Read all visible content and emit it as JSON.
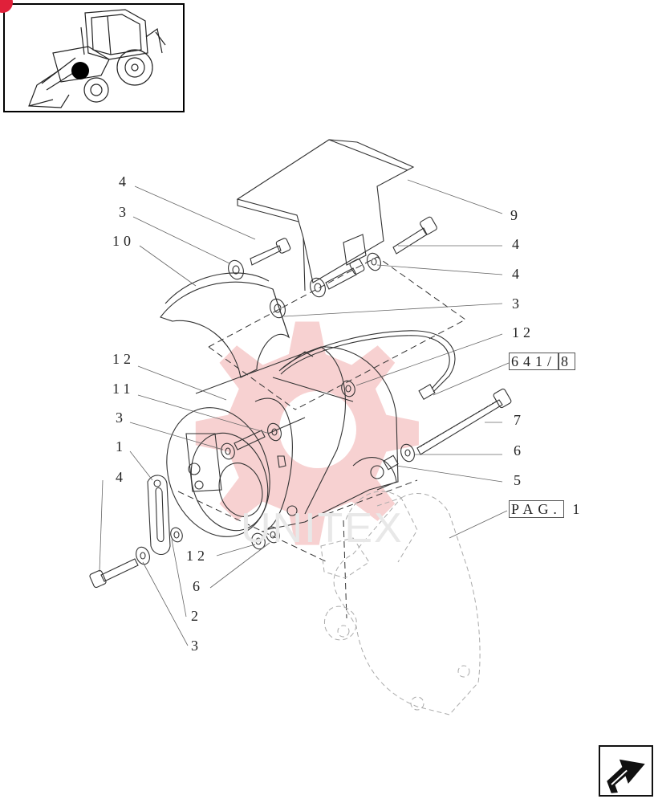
{
  "diagram": {
    "watermark": "UNITEX",
    "ref_page_prefix": "PAG.",
    "ref_page_number": "1",
    "ref_group_main": "641/",
    "ref_group_boxed": "8"
  },
  "callouts": {
    "c_4_top": "4",
    "c_3_top": "3",
    "c_10": "10",
    "c_9": "9",
    "c_4_right_a": "4",
    "c_4_right_b": "4",
    "c_3_right": "3",
    "c_12_right": "12",
    "c_12_left": "12",
    "c_11": "11",
    "c_3_mid": "3",
    "c_1": "1",
    "c_4_low": "4",
    "c_7": "7",
    "c_6_right": "6",
    "c_5": "5",
    "c_12_bottom": "12",
    "c_6_bottom": "6",
    "c_2": "2",
    "c_3_bottom": "3"
  },
  "icons": {
    "thumbnail": "tractor-loader-thumbnail",
    "location_marker": "location-dot",
    "nav": "next-page-arrow-icon"
  },
  "colors": {
    "line": "#333333",
    "watermark_red": "#f3c4c4",
    "marker_red": "#e0203a"
  }
}
